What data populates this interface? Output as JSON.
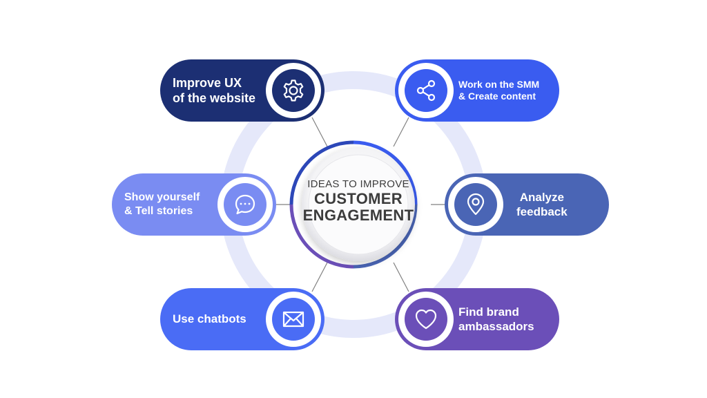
{
  "colors": {
    "ring": "#e5e8fa",
    "navy": "#1c2f73",
    "blue": "#3a5cf0",
    "slate": "#4a65b5",
    "periwinkle": "#7a8cf2",
    "violet": "#6b4fb8",
    "connector": "#808080",
    "center_text": "#3c3c3c"
  },
  "center": {
    "line1": "IDEAS TO IMPROVE",
    "line2": "CUSTOMER",
    "line3": "ENGAGEMENT"
  },
  "items": [
    {
      "label": "Improve UX\nof the website",
      "icon": "gear-icon"
    },
    {
      "label": "Work on the SMM\n& Create content",
      "icon": "share-icon"
    },
    {
      "label": "Show yourself\n& Tell stories",
      "icon": "chat-bubble-icon"
    },
    {
      "label": "Analyze\nfeedback",
      "icon": "location-pin-icon"
    },
    {
      "label": "Use chatbots",
      "icon": "envelope-icon"
    },
    {
      "label": "Find brand\nambassadors",
      "icon": "heart-icon"
    }
  ]
}
